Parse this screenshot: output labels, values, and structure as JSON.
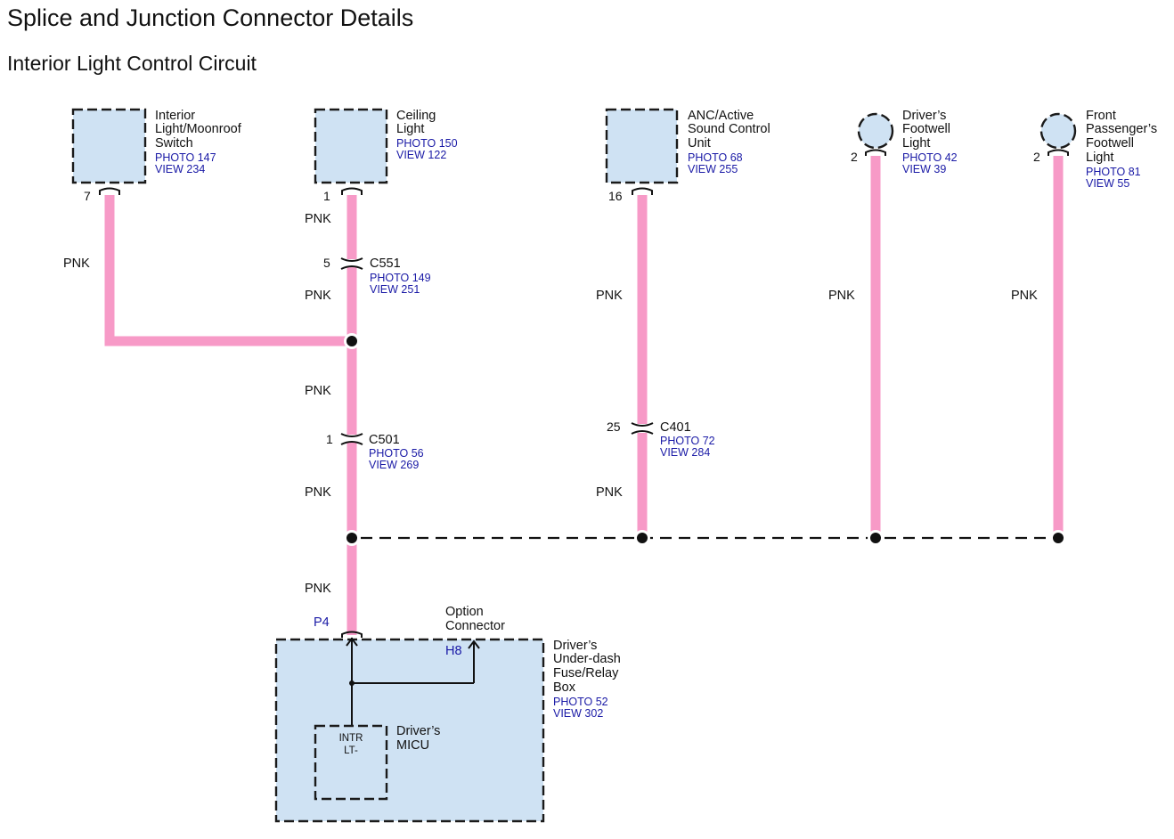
{
  "title": "Splice and Junction Connector Details",
  "subtitle": "Interior Light Control Circuit",
  "wire_color": "PNK",
  "components": {
    "interior_switch": {
      "name": [
        "Interior",
        "Light/Moonroof",
        "Switch"
      ],
      "photo": "PHOTO 147",
      "view": "VIEW 234",
      "pin": "7"
    },
    "ceiling_light": {
      "name": [
        "Ceiling",
        "Light"
      ],
      "photo": "PHOTO 150",
      "view": "VIEW 122",
      "pin": "1"
    },
    "anc_unit": {
      "name": [
        "ANC/Active",
        "Sound Control",
        "Unit"
      ],
      "photo": "PHOTO 68",
      "view": "VIEW 255",
      "pin": "16"
    },
    "driver_footwell": {
      "name": [
        "Driver’s",
        "Footwell",
        "Light"
      ],
      "photo": "PHOTO 42",
      "view": "VIEW 39",
      "pin": "2"
    },
    "passenger_footwell": {
      "name": [
        "Front",
        "Passenger’s",
        "Footwell",
        "Light"
      ],
      "photo": "PHOTO 81",
      "view": "VIEW 55",
      "pin": "2"
    },
    "fuse_box": {
      "name": [
        "Driver’s",
        "Under-dash",
        "Fuse/Relay",
        "Box"
      ],
      "photo": "PHOTO 52",
      "view": "VIEW 302",
      "pin": "P4"
    },
    "option_connector": {
      "name": [
        "Option",
        "Connector"
      ],
      "pin": "H8"
    },
    "micu": {
      "name": [
        "Driver’s",
        "MICU"
      ],
      "terminal": [
        "INTR",
        "LT-"
      ]
    }
  },
  "connectors": {
    "c551": {
      "id": "C551",
      "pin": "5",
      "photo": "PHOTO 149",
      "view": "VIEW 251"
    },
    "c501": {
      "id": "C501",
      "pin": "1",
      "photo": "PHOTO 56",
      "view": "VIEW 269"
    },
    "c401": {
      "id": "C401",
      "pin": "25",
      "photo": "PHOTO 72",
      "view": "VIEW 284"
    }
  },
  "colors": {
    "wire": "#f79ac7",
    "box_fill": "#cfe2f3",
    "reference_text": "#1a1aa6"
  }
}
